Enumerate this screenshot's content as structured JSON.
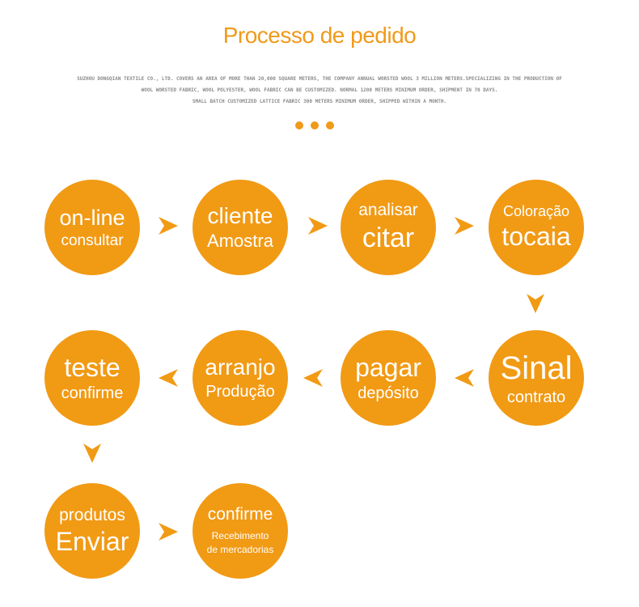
{
  "header": {
    "title": "Processo de pedido",
    "description": [
      "SUZHOU DONGQIAN TEXTILE CO., LTD. COVERS AN AREA OF MORE THAN 20,000 SQUARE METERS, THE COMPANY ANNUAL WORSTED WOOL 3 MILLION METERS.SPECIALIZING IN THE PRODUCTION OF",
      "WOOL WORSTED FABRIC, WOOL POLYESTER, WOOL FABRIC CAN BE CUSTOMIZED. NORMAL 1200 METERS MINIMUM ORDER, SHIPMENT IN 70 DAYS.",
      "SMALL BATCH CUSTOMIZED LATTICE FABRIC 300 METERS MINIMUM ORDER, SHIPPED WITHIN A MONTH."
    ]
  },
  "colors": {
    "accent": "#f19a14",
    "text_light": "#ffffff",
    "description": "#8a8a8a"
  },
  "steps": [
    {
      "line1": "on-line",
      "line2": "consultar"
    },
    {
      "line1": "cliente",
      "line2": "Amostra"
    },
    {
      "line1": "analisar",
      "line2": "citar"
    },
    {
      "line1": "Coloração",
      "line2": "tocaia"
    },
    {
      "line1": "Sinal",
      "line2": "contrato"
    },
    {
      "line1": "pagar",
      "line2": "depósito"
    },
    {
      "line1": "arranjo",
      "line2": "Produção"
    },
    {
      "line1": "teste",
      "line2": "confirme"
    },
    {
      "line1": "produtos",
      "line2": "Enviar"
    },
    {
      "line1": "confirme",
      "line2": "Recebimento de mercadorias"
    }
  ],
  "icons": {
    "arrow_right": "arrow-right-icon",
    "arrow_left": "arrow-left-icon",
    "arrow_down": "arrow-down-icon"
  }
}
